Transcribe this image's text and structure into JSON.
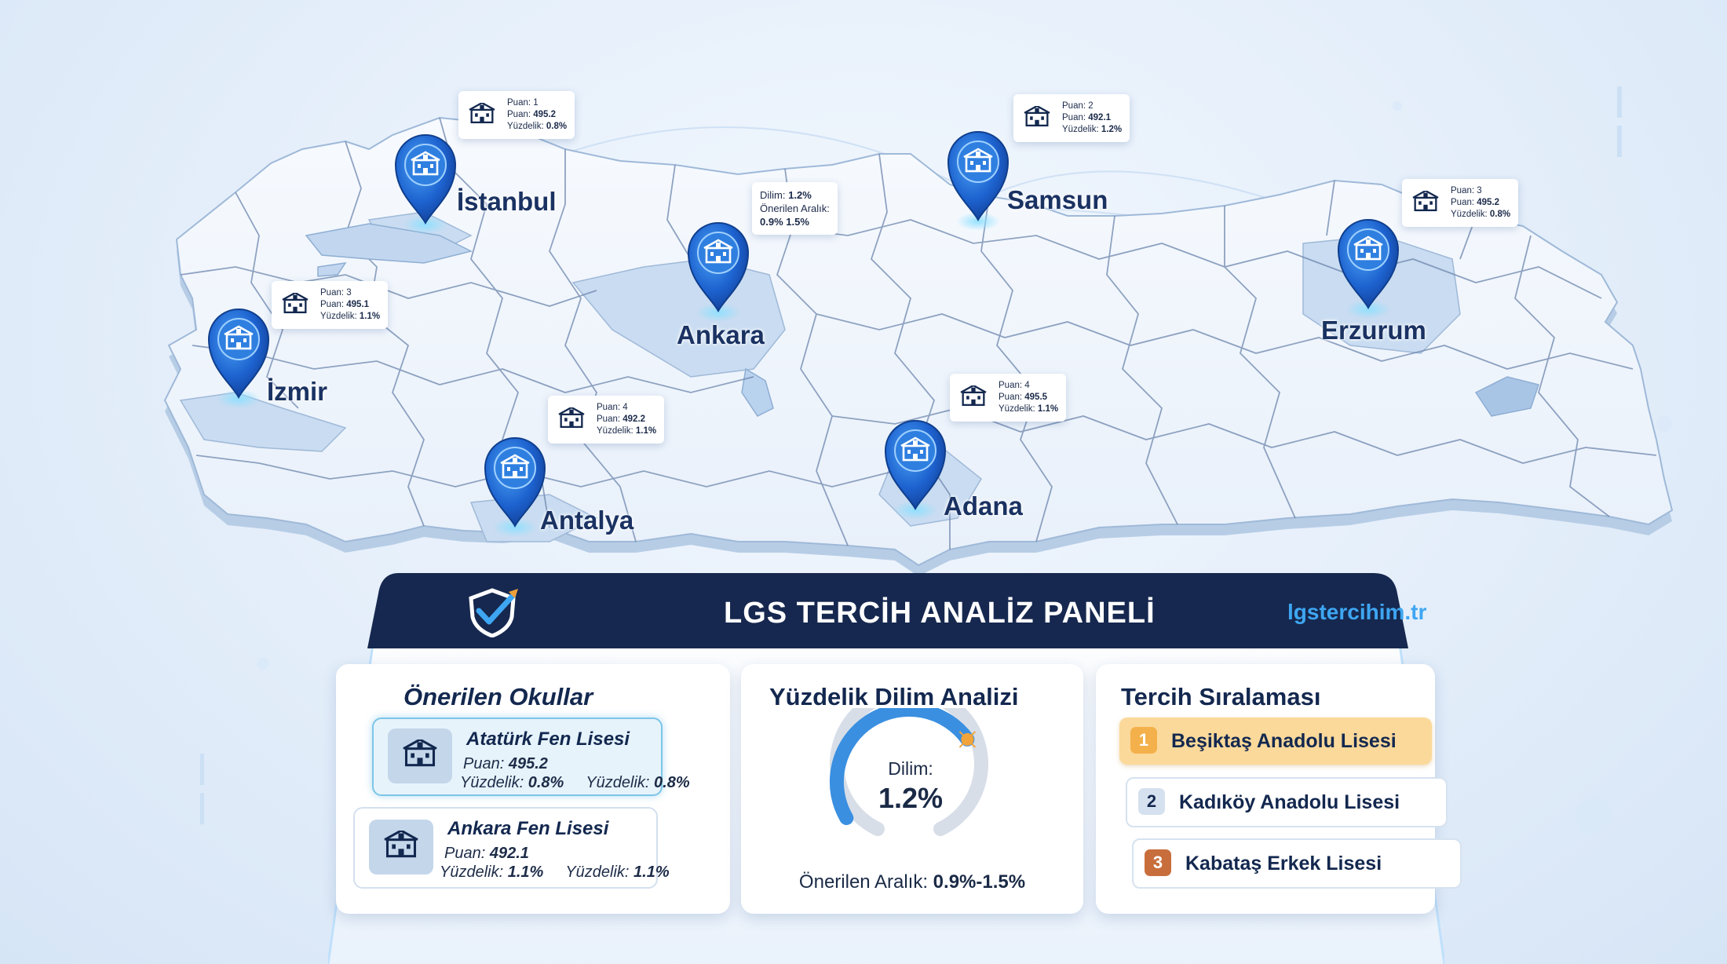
{
  "panel": {
    "title": "LGS TERCİH ANALİZ PANELİ",
    "site": "lgstercihim.tr"
  },
  "recommended": {
    "title": "Önerilen Okullar",
    "schools": [
      {
        "name": "Atatürk Fen Lisesi",
        "score_label": "Puan:",
        "score": "495.2",
        "pct_label": "Yüzdelik:",
        "pct": "0.8%",
        "pct_label2": "Yüzdelik:",
        "pct2": "0.8%",
        "selected": true
      },
      {
        "name": "Ankara Fen Lisesi",
        "score_label": "Puan:",
        "score": "492.1",
        "pct_label": "Yüzdelik:",
        "pct": "1.1%",
        "pct_label2": "Yüzdelik:",
        "pct2": "1.1%",
        "selected": false
      }
    ]
  },
  "percentile": {
    "title": "Yüzdelik Dilim Analizi",
    "dilim_label": "Dilim:",
    "dilim_value": "1.2%",
    "range_label": "Önerilen Aralık:",
    "range_value": "0.9%-1.5%",
    "gauge_fraction": 0.58
  },
  "ranking": {
    "title": "Tercih Sıralaması",
    "items": [
      {
        "num": "1",
        "label": "Beşiktaş Anadolu Lisesi"
      },
      {
        "num": "2",
        "label": "Kadıköy Anadolu Lisesi"
      },
      {
        "num": "3",
        "label": "Kabataş Erkek Lisesi"
      }
    ]
  },
  "cities": [
    {
      "name": "İstanbul"
    },
    {
      "name": "İzmir"
    },
    {
      "name": "Ankara"
    },
    {
      "name": "Antalya"
    },
    {
      "name": "Samsun"
    },
    {
      "name": "Adana"
    },
    {
      "name": "Erzurum"
    }
  ],
  "callouts": {
    "istanbul": {
      "l1": "Puan: 1",
      "l2_label": "Puan:",
      "l2": "495.2",
      "l3_label": "Yüzdelik:",
      "l3": "0.8%"
    },
    "izmir": {
      "l1": "Puan: 3",
      "l2_label": "Puan:",
      "l2": "495.1",
      "l3_label": "Yüzdelik:",
      "l3": "1.1%"
    },
    "antalya": {
      "l1": "Puan: 4",
      "l2_label": "Puan:",
      "l2": "492.2",
      "l3_label": "Yüzdelik:",
      "l3": "1.1%"
    },
    "samsun": {
      "l1": "Puan: 2",
      "l2_label": "Puan:",
      "l2": "492.1",
      "l3_label": "Yüzdelik:",
      "l3": "1.2%"
    },
    "adana": {
      "l1": "Puan: 4",
      "l2_label": "Puan:",
      "l2": "495.5",
      "l3_label": "Yüzdelik:",
      "l3": "1.1%"
    },
    "erzurum": {
      "l1": "Puan: 3",
      "l2_label": "Puan:",
      "l2": "495.2",
      "l3_label": "Yüzdelik:",
      "l3": "0.8%"
    },
    "ankara": {
      "l1_label": "Dilim:",
      "l1": "1.2%",
      "l2": "Önerilen Aralık:",
      "l3": "0.9% 1.5%"
    }
  },
  "colors": {
    "navy": "#13284f",
    "pin": "#1f6fd6",
    "accent": "#3ea6f2",
    "first_rank": "#fbd99a",
    "third_rank": "#c86e3c"
  },
  "icons": [
    "school-building-icon",
    "map-pin-icon",
    "shield-check-logo-icon"
  ]
}
